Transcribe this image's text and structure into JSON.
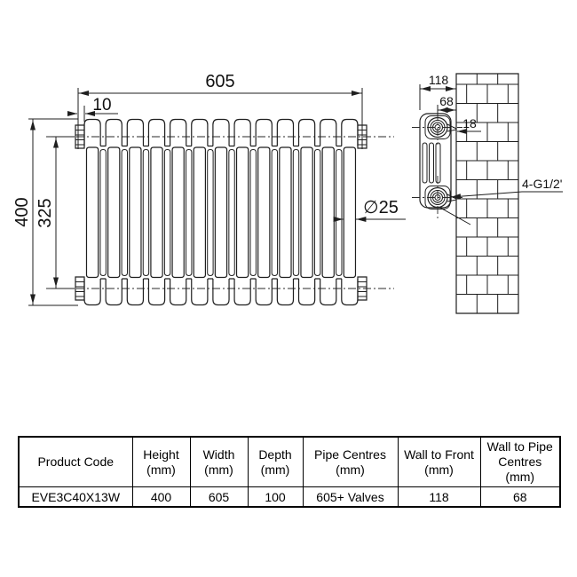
{
  "drawing": {
    "front_view": {
      "sections": 13,
      "dims": {
        "width": "605",
        "inset": "10",
        "height": "400",
        "pipe_centres_vertical": "325",
        "column_diameter": "∅25"
      }
    },
    "side_view": {
      "dims": {
        "wall_to_front": "118",
        "wall_to_pipe_centres": "68",
        "wall_gap": "18",
        "connections": "4-G1/2'"
      }
    },
    "line_color": "#1f1f1f"
  },
  "table": {
    "headers": [
      "Product Code",
      "Height\n(mm)",
      "Width\n(mm)",
      "Depth\n(mm)",
      "Pipe Centres\n(mm)",
      "Wall to Front\n(mm)",
      "Wall to Pipe\nCentres\n(mm)"
    ],
    "rows": [
      [
        "EVE3C40X13W",
        "400",
        "605",
        "100",
        "605+ Valves",
        "118",
        "68"
      ]
    ]
  }
}
